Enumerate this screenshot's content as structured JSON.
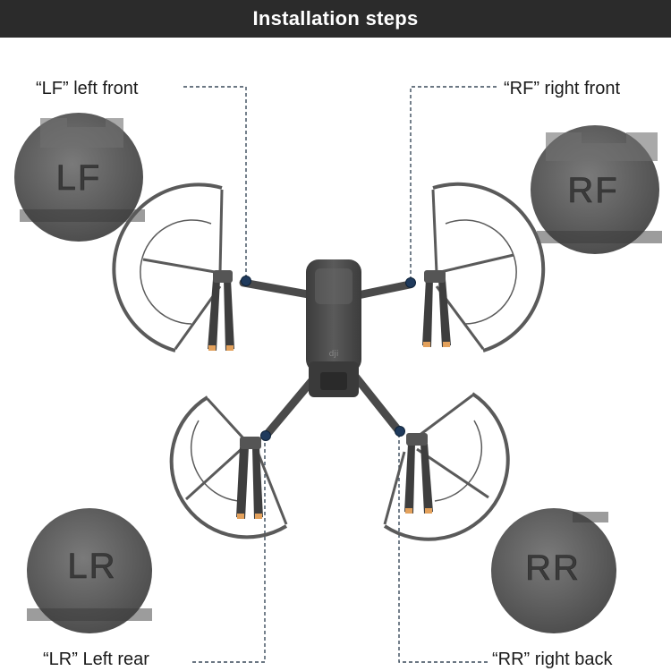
{
  "header": {
    "title": "Installation steps"
  },
  "labels": {
    "lf": "“LF” left front",
    "rf": "“RF” right front",
    "lr": "“LR” Left rear",
    "rr": "“RR” right back"
  },
  "callouts": {
    "lf": "LF",
    "rf": "RF",
    "lr": "LR",
    "rr": "RR"
  },
  "drone": {
    "brand_mark": "dji"
  },
  "colors": {
    "header_bg": "#2b2b2b",
    "guard": "#5a5a5a",
    "body": "#4a4a4a",
    "marker": "#1f3a5c",
    "prop_tip": "#e3a15c"
  }
}
